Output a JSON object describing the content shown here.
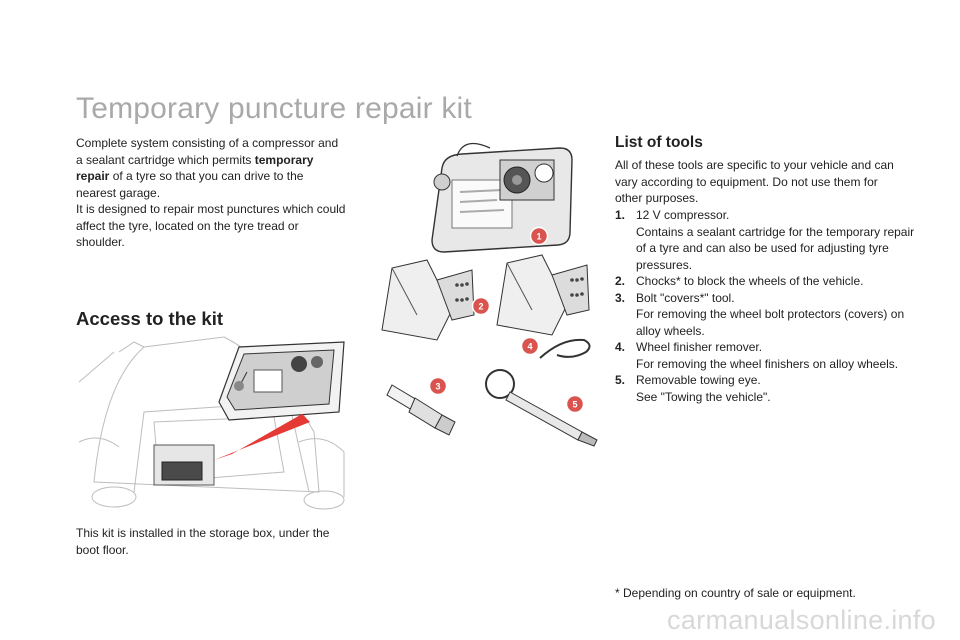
{
  "page": {
    "title": "Temporary puncture repair kit"
  },
  "intro": {
    "line1": "Complete system consisting of a compressor and a sealant cartridge which permits",
    "bold": "temporary repair",
    "line2": " of a tyre so that you can drive to the nearest garage.",
    "line3": "It is designed to repair most punctures which could affect the tyre, located on the tyre tread or shoulder."
  },
  "access": {
    "heading": "Access to the kit",
    "install_text": "This kit is installed in the storage box, under the boot floor."
  },
  "tools": {
    "heading": "List of tools",
    "intro": "All of these tools are specific to your vehicle and can vary according to equipment. Do not use them for other purposes.",
    "items": [
      {
        "num": "1.",
        "lines": [
          "12 V compressor.",
          "Contains a sealant cartridge for the temporary repair of a tyre and can also be used for adjusting tyre pressures."
        ]
      },
      {
        "num": "2.",
        "lines": [
          "Chocks* to block the wheels of the vehicle."
        ]
      },
      {
        "num": "3.",
        "lines": [
          "Bolt \"covers*\" tool.",
          "For removing the wheel bolt protectors (covers) on alloy wheels."
        ]
      },
      {
        "num": "4.",
        "lines": [
          "Wheel finisher remover.",
          "For removing the wheel finishers on alloy wheels."
        ]
      },
      {
        "num": "5.",
        "lines": [
          "Removable towing eye.",
          "See \"Towing the vehicle\"."
        ]
      }
    ]
  },
  "footnote": "* Depending on country of sale or equipment.",
  "badges": [
    "1",
    "2",
    "3",
    "4",
    "5"
  ],
  "watermark": "carmanualsonline.info",
  "colors": {
    "title": "#a9a9a9",
    "badge": "#d9534f",
    "pointer": "#e53935",
    "watermark": "#d8d8d8"
  }
}
